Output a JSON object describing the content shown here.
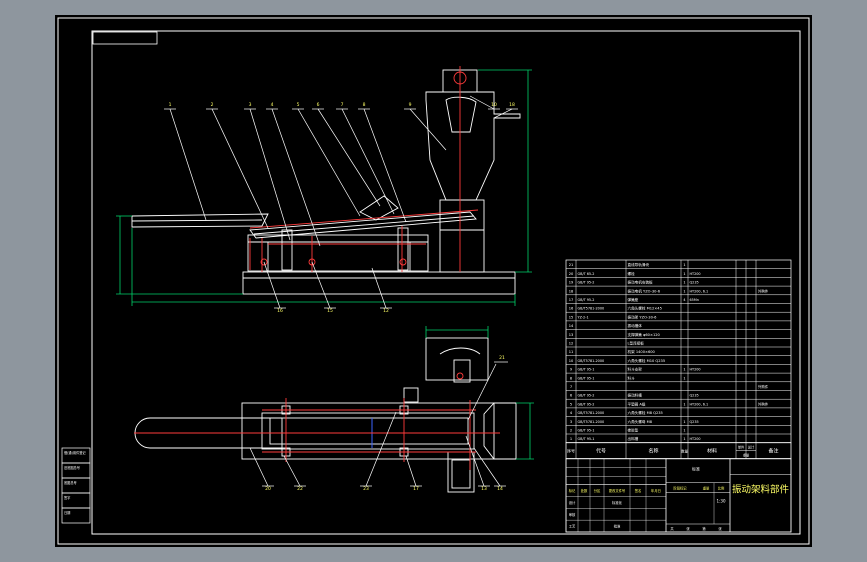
{
  "colors": {
    "background": "#8e969e",
    "paper": "#000000",
    "frame": "#ffffff",
    "part_line": "#ffffff",
    "center_line": "#ff3b3b",
    "dimension": "#00d26a",
    "leader": "#ffffff",
    "hidden_line": "#3c64ff",
    "label_text": "#ffff66",
    "table_text": "#ffffff"
  },
  "balloons": {
    "top": [
      "1",
      "2",
      "3",
      "4",
      "5",
      "6",
      "7",
      "8",
      "9",
      "10",
      "18"
    ],
    "front_bottom": [
      "16",
      "15",
      "12"
    ],
    "plan_bottom": [
      "20",
      "22",
      "23",
      "17",
      "13",
      "14"
    ],
    "plan_side": [
      "21"
    ]
  },
  "title_block": {
    "drawing_title": "振动架料部件",
    "scale": "1:30",
    "material_cell": "标准",
    "header_row": {
      "seq": "序号",
      "code": "代号",
      "name": "名称",
      "qty": "数量",
      "material": "材料",
      "unit_weight": "单件",
      "total_weight": "总计",
      "weight": "重量",
      "remark": "备注"
    },
    "sign_row1": [
      "标记",
      "处数",
      "分区",
      "更改文件号",
      "签名",
      "年月日"
    ],
    "sign_row2": [
      "设计",
      "",
      "",
      "标准化",
      "",
      ""
    ],
    "sign_row3": [
      "审核",
      "",
      "",
      "",
      "",
      ""
    ],
    "sign_row4": [
      "工艺",
      "",
      "",
      "批准",
      "",
      ""
    ],
    "stage_cells": [
      "阶段标记",
      "重量",
      "比例"
    ],
    "sheet_cells": [
      "共",
      "张",
      "第",
      "张"
    ]
  },
  "bom": [
    {
      "no": "21",
      "code": "",
      "name": "直线导轨滑块",
      "qty": "1",
      "material": "",
      "remark": ""
    },
    {
      "no": "20",
      "code": "GB/T 65-2",
      "name": "螺栓",
      "qty": "1",
      "material": "HT200",
      "remark": ""
    },
    {
      "no": "19",
      "code": "GB/T 95-2",
      "name": "振动电机安装板",
      "qty": "1",
      "material": "Q235",
      "remark": ""
    },
    {
      "no": "18",
      "code": "",
      "name": "振动电机 YZO-30-6",
      "qty": "1",
      "material": "HT200, 6.1",
      "remark": "外购件"
    },
    {
      "no": "17",
      "code": "GB/T 95-2",
      "name": "弹簧座",
      "qty": "4",
      "material": "65Mn",
      "remark": ""
    },
    {
      "no": "16",
      "code": "GB/T5781-2000",
      "name": "六角头螺栓 M12×45",
      "qty": "",
      "material": "",
      "remark": ""
    },
    {
      "no": "15",
      "code": "YZ-2-1",
      "name": "振动架 YZO-30-6",
      "qty": "",
      "material": "",
      "remark": ""
    },
    {
      "no": "14",
      "code": "",
      "name": "振动槽体",
      "qty": "",
      "material": "",
      "remark": ""
    },
    {
      "no": "13",
      "code": "",
      "name": "支撑弹簧 φ60×120",
      "qty": "",
      "material": "",
      "remark": ""
    },
    {
      "no": "12",
      "code": "",
      "name": "L型连接板",
      "qty": "",
      "material": "",
      "remark": ""
    },
    {
      "no": "11",
      "code": "",
      "name": "机架 1400×600",
      "qty": "",
      "material": "",
      "remark": ""
    },
    {
      "no": "10",
      "code": "GB/T5781-2000",
      "name": "六角头螺栓 M10 Q235",
      "qty": "",
      "material": "",
      "remark": ""
    },
    {
      "no": "9",
      "code": "GB/T 95-1",
      "name": "料斗支架",
      "qty": "1",
      "material": "HT200",
      "remark": ""
    },
    {
      "no": "8",
      "code": "GB/T 95-1",
      "name": "料斗",
      "qty": "1",
      "material": "",
      "remark": ""
    },
    {
      "no": "7",
      "code": "",
      "name": "",
      "qty": "",
      "material": "",
      "remark": "外购件"
    },
    {
      "no": "6",
      "code": "GB/T 95-2",
      "name": "振动料槽",
      "qty": "",
      "material": "Q235",
      "remark": ""
    },
    {
      "no": "5",
      "code": "GB/T 95-2",
      "name": "平垫圈 A级",
      "qty": "1",
      "material": "HT200, 6.1",
      "remark": "外购件"
    },
    {
      "no": "4",
      "code": "GB/T5781-2000",
      "name": "六角头螺栓 M8 Q235",
      "qty": "",
      "material": "",
      "remark": ""
    },
    {
      "no": "3",
      "code": "GB/T5781-2000",
      "name": "六角头螺母 M8",
      "qty": "1",
      "material": "Q235",
      "remark": ""
    },
    {
      "no": "2",
      "code": "GB/T 95-1",
      "name": "橡胶垫",
      "qty": "1",
      "material": "",
      "remark": ""
    },
    {
      "no": "1",
      "code": "GB/T 95-1",
      "name": "出料槽",
      "qty": "1",
      "material": "HT200",
      "remark": ""
    }
  ],
  "left_block": [
    {
      "label": "借(通)用件登记",
      "value": ""
    },
    {
      "label": "旧底图总号",
      "value": ""
    },
    {
      "label": "底图总号",
      "value": ""
    },
    {
      "label": "签字",
      "value": ""
    },
    {
      "label": "日期",
      "value": ""
    }
  ]
}
